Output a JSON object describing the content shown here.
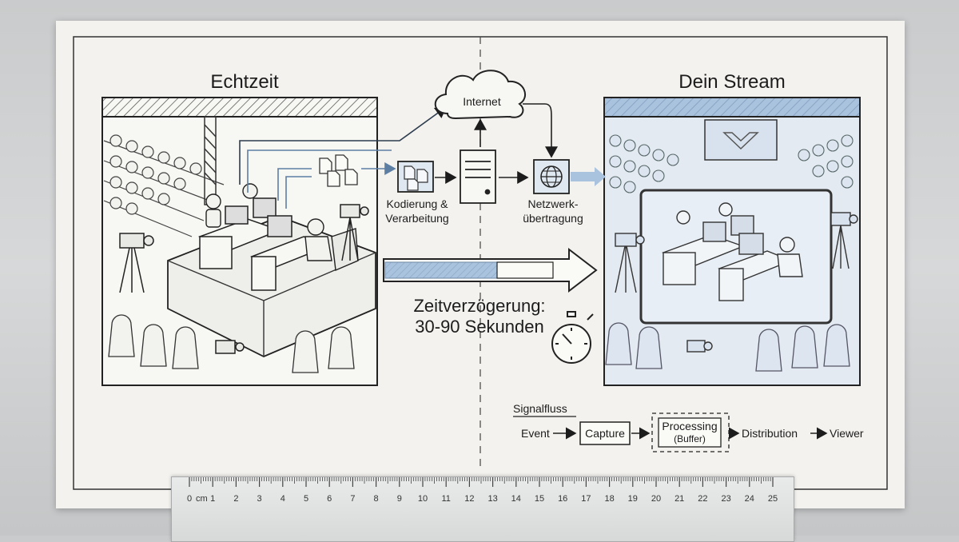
{
  "left_panel": {
    "title": "Echtzeit"
  },
  "right_panel": {
    "title": "Dein Stream"
  },
  "cloud": {
    "label": "Internet"
  },
  "encoding": {
    "label_line1": "Kodierung &",
    "label_line2": "Verarbeitung"
  },
  "network": {
    "label_line1": "Netzwerk-",
    "label_line2": "übertragung"
  },
  "delay": {
    "line1": "Zeitverzögerung:",
    "line2": "30-90 Sekunden"
  },
  "signal_flow": {
    "title": "Signalfluss",
    "steps": [
      "Event",
      "Capture",
      "Processing",
      "Distribution",
      "Viewer"
    ],
    "processing_note": "(Buffer)"
  },
  "ruler": {
    "unit": "cm",
    "ticks": [
      "0",
      "1",
      "2",
      "3",
      "4",
      "5",
      "6",
      "7",
      "8",
      "9",
      "10",
      "11",
      "12",
      "13",
      "14",
      "15",
      "16",
      "17",
      "18",
      "19",
      "20",
      "21",
      "22",
      "23",
      "24",
      "25"
    ]
  },
  "colors": {
    "ink": "#1c1c1c",
    "accent_blue": "#a9c2dd",
    "paper": "#f3f2ee"
  },
  "icons": [
    "cloud-icon",
    "document-icon",
    "server-icon",
    "globe-icon",
    "stopwatch-icon",
    "arrow-right-icon"
  ]
}
